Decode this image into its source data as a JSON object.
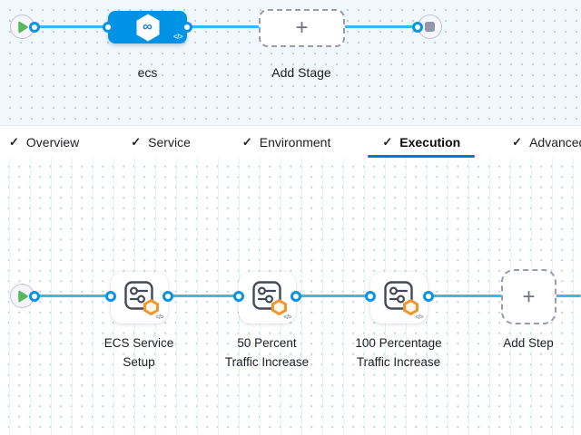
{
  "glyphs": {
    "check": "✓",
    "plus": "+",
    "code": "</>",
    "infinity": "∞"
  },
  "colors": {
    "accent_blue": "#0278d5",
    "stage_node_blue": "#0092e4",
    "flow_line_blue": "#3cb7f3",
    "play_green": "#55b95c",
    "badge_orange": "#f2952c"
  },
  "stage_graph": {
    "stage_label": "ecs",
    "add_stage_label": "Add Stage"
  },
  "tabs": [
    {
      "label": "Overview",
      "checked": true,
      "active": false
    },
    {
      "label": "Service",
      "checked": true,
      "active": false
    },
    {
      "label": "Environment",
      "checked": true,
      "active": false
    },
    {
      "label": "Execution",
      "checked": true,
      "active": true
    },
    {
      "label": "Advanced",
      "checked": true,
      "active": false
    }
  ],
  "execution_graph": {
    "steps": [
      {
        "line1": "ECS Service",
        "line2": "Setup"
      },
      {
        "line1": "50 Percent",
        "line2": "Traffic Increase"
      },
      {
        "line1": "100 Percentage",
        "line2": "Traffic Increase"
      }
    ],
    "add_step_label": "Add Step"
  }
}
